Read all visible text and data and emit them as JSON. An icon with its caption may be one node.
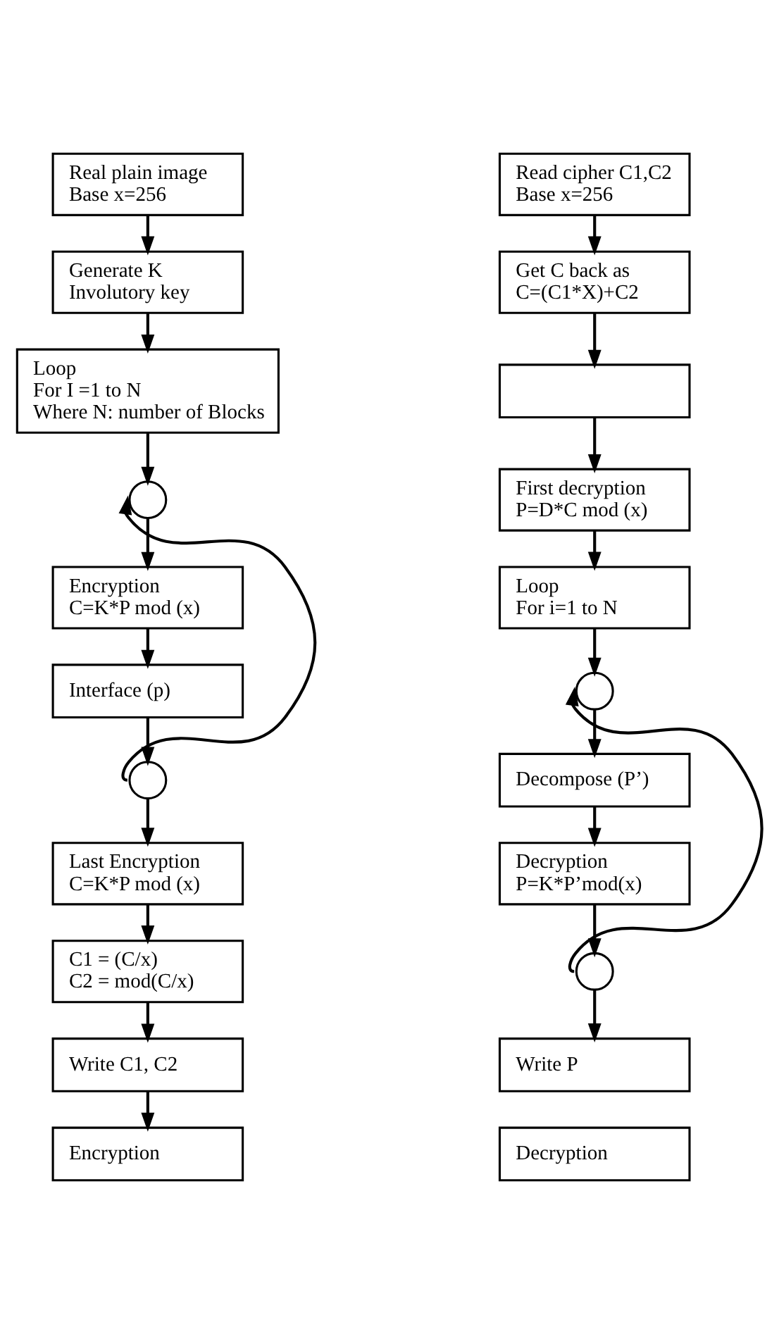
{
  "diagram": {
    "nodes": [
      {
        "text": [
          "Real plain image",
          "Base x=256"
        ]
      },
      {
        "text": [
          "Generate K",
          "Involutory key"
        ]
      },
      {
        "text": [
          "Loop",
          "For I =1 to N",
          "Where N: number of Blocks"
        ]
      },
      {
        "text": [],
        "shape": "circle"
      },
      {
        "text": [
          "Encryption",
          "C=K*P mod (x)"
        ]
      },
      {
        "text": [
          "Interface (p)"
        ]
      },
      {
        "text": [],
        "shape": "circle"
      },
      {
        "text": [
          "Last Encryption",
          "C=K*P mod (x)"
        ]
      },
      {
        "text": [
          "C1 = (C/x)",
          "C2 = mod(C/x)"
        ]
      },
      {
        "text": [
          "Write C1, C2"
        ]
      },
      {
        "text": [
          "Encryption"
        ]
      },
      {
        "text": [
          "Read cipher C1,C2",
          "Base x=256"
        ]
      },
      {
        "text": [
          "Get C back as",
          "C=(C1*X)+C2"
        ]
      },
      {
        "text": [],
        "shape": "box"
      },
      {
        "text": [
          "First decryption",
          "P=D*C mod (x)"
        ]
      },
      {
        "text": [
          "Loop",
          "For i=1 to N"
        ]
      },
      {
        "text": [],
        "shape": "circle"
      },
      {
        "text": [
          "Decompose (P’)"
        ]
      },
      {
        "text": [
          "Decryption",
          "P=K*P’mod(x)"
        ]
      },
      {
        "text": [],
        "shape": "circle"
      },
      {
        "text": [
          "Write P"
        ]
      },
      {
        "text": [
          "Decryption"
        ]
      }
    ],
    "edges": [
      {
        "from": 0,
        "to": 1,
        "arrow": "to"
      },
      {
        "from": 1,
        "to": 2,
        "arrow": "to"
      },
      {
        "from": 2,
        "to": 3,
        "arrow": "to"
      },
      {
        "from": 3,
        "to": 4,
        "arrow": "to"
      },
      {
        "from": 4,
        "to": 5,
        "arrow": "to"
      },
      {
        "from": 5,
        "to": 6,
        "arrow": "to"
      },
      {
        "from": 6,
        "to": 3,
        "arrow": "to"
      },
      {
        "from": 6,
        "to": 7,
        "arrow": "to"
      },
      {
        "from": 7,
        "to": 8,
        "arrow": "to"
      },
      {
        "from": 8,
        "to": 9,
        "arrow": "to"
      },
      {
        "from": 9,
        "to": 10,
        "arrow": "to"
      },
      {
        "from": 11,
        "to": 12,
        "arrow": "to"
      },
      {
        "from": 12,
        "to": 13,
        "arrow": "to"
      },
      {
        "from": 13,
        "to": 14,
        "arrow": "to"
      },
      {
        "from": 14,
        "to": 15,
        "arrow": "to"
      },
      {
        "from": 15,
        "to": 16,
        "arrow": "to"
      },
      {
        "from": 16,
        "to": 17,
        "arrow": "to"
      },
      {
        "from": 17,
        "to": 18,
        "arrow": "to"
      },
      {
        "from": 18,
        "to": 19,
        "arrow": "to"
      },
      {
        "from": 19,
        "to": 16,
        "arrow": "to"
      },
      {
        "from": 19,
        "to": 20,
        "arrow": "to"
      }
    ]
  }
}
